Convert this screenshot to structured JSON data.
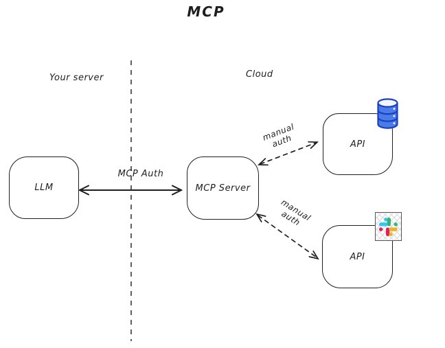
{
  "title": "MCP",
  "zones": {
    "left_label": "Your server",
    "right_label": "Cloud"
  },
  "nodes": {
    "llm": {
      "label": "LLM"
    },
    "mcp_server": {
      "label": "MCP Server"
    },
    "api_db": {
      "label": "API",
      "icon": "database-icon"
    },
    "api_slack": {
      "label": "API",
      "icon": "slack-icon"
    }
  },
  "edges": {
    "llm_mcp": {
      "label": "MCP Auth",
      "style": "solid",
      "direction": "bidirectional"
    },
    "mcp_api_db": {
      "label": "manual auth",
      "style": "dashed",
      "direction": "bidirectional"
    },
    "mcp_api_slack": {
      "label": "manual auth",
      "style": "dashed",
      "direction": "bidirectional"
    }
  },
  "colors": {
    "stroke": "#1e1e1e",
    "divider": "#444444",
    "db_fill": "#4a7ce8",
    "db_stroke": "#1a3fc0",
    "slack_blue": "#36C5F0",
    "slack_green": "#2EB67D",
    "slack_red": "#E01E5A",
    "slack_yellow": "#ECB22E"
  }
}
